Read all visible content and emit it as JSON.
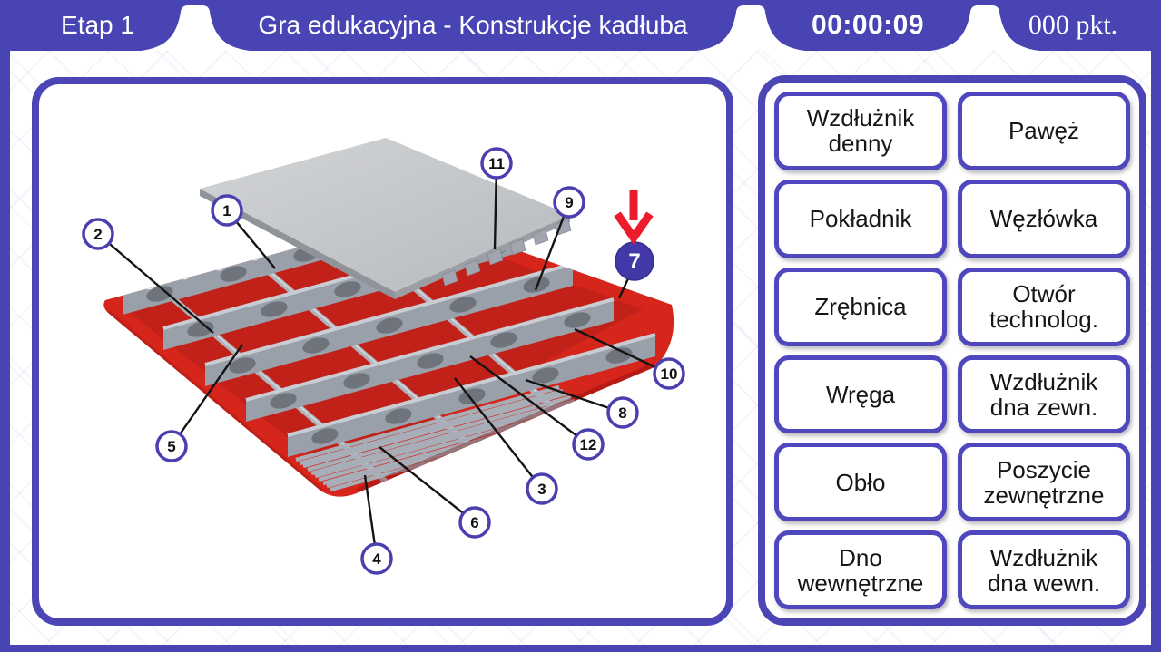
{
  "header": {
    "stage": "Etap 1",
    "title": "Gra edukacyjna - Konstrukcje kadłuba",
    "timer": "00:00:09",
    "points": "000 pkt."
  },
  "diagram": {
    "callouts": [
      {
        "number": "1"
      },
      {
        "number": "2"
      },
      {
        "number": "3"
      },
      {
        "number": "4"
      },
      {
        "number": "5"
      },
      {
        "number": "6"
      },
      {
        "number": "7",
        "active": true
      },
      {
        "number": "8"
      },
      {
        "number": "9"
      },
      {
        "number": "10"
      },
      {
        "number": "11"
      },
      {
        "number": "12"
      }
    ],
    "colors": {
      "hull_red": "#d6261c",
      "plate_gray": "#c7c9ca",
      "frame_gray": "#99a0aa",
      "accent_purple": "#4a3fae",
      "marker_purple": "#4238a8",
      "arrow_red": "#ee1b2c"
    }
  },
  "answers": {
    "buttons": [
      {
        "label": "Wzdłużnik\ndenny"
      },
      {
        "label": "Pawęż"
      },
      {
        "label": "Pokładnik"
      },
      {
        "label": "Węzłówka"
      },
      {
        "label": "Zrębnica"
      },
      {
        "label": "Otwór\ntechnolog."
      },
      {
        "label": "Wręga"
      },
      {
        "label": "Wzdłużnik\ndna zewn."
      },
      {
        "label": "Obło"
      },
      {
        "label": "Poszycie\nzewnętrzne"
      },
      {
        "label": "Dno\nwewnętrzne"
      },
      {
        "label": "Wzdłużnik\ndna wewn."
      }
    ]
  }
}
